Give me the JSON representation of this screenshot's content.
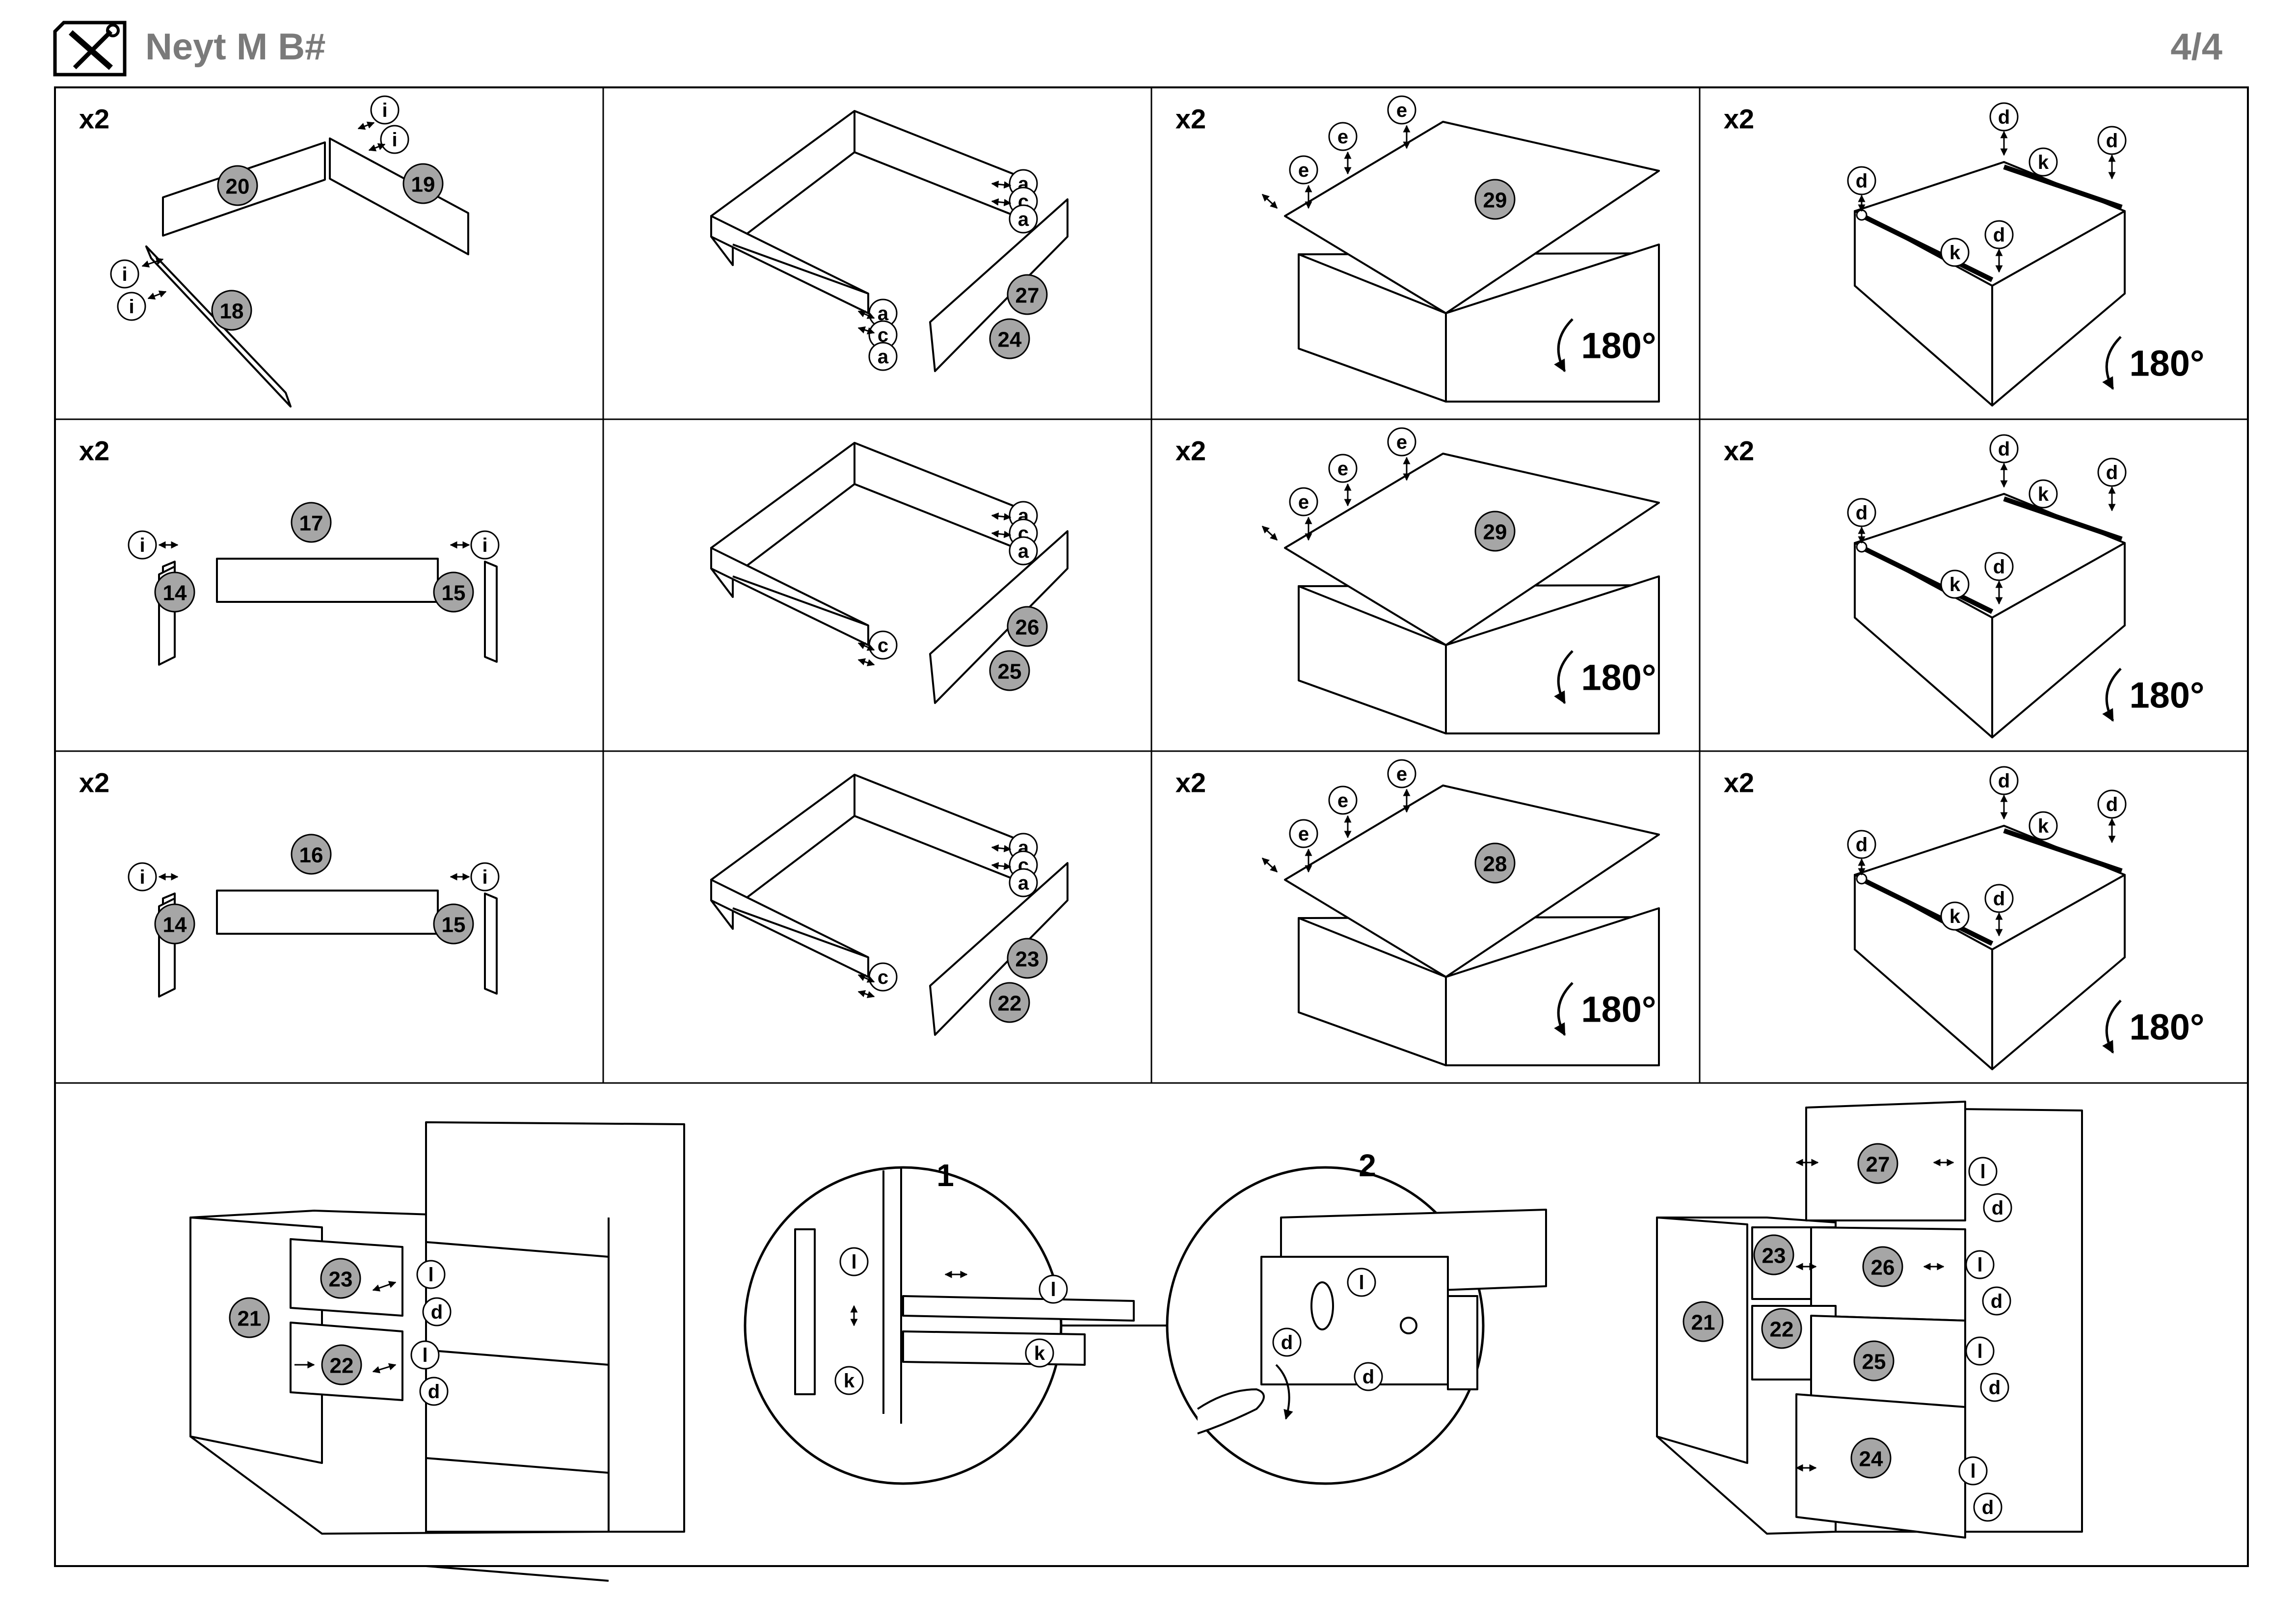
{
  "header": {
    "title": "Neyt M B#",
    "page_number": "4/4",
    "icon": "tools-icon"
  },
  "rows": [
    {
      "panels": [
        {
          "multiplier": "x2",
          "parts": [
            "20",
            "19",
            "18"
          ],
          "hardware": [
            "i",
            "i",
            "i",
            "i"
          ]
        },
        {
          "multiplier": "",
          "parts": [
            "27",
            "24"
          ],
          "hardware": [
            "a",
            "c",
            "a",
            "a",
            "c",
            "a"
          ]
        },
        {
          "multiplier": "x2",
          "parts": [
            "29"
          ],
          "hardware": [
            "e",
            "e",
            "e"
          ],
          "rotation": "180°"
        },
        {
          "multiplier": "x2",
          "parts": [],
          "hardware": [
            "d",
            "k",
            "d",
            "d",
            "d",
            "k"
          ],
          "rotation": "180°"
        }
      ]
    },
    {
      "panels": [
        {
          "multiplier": "x2",
          "parts": [
            "17",
            "14",
            "15"
          ],
          "hardware": [
            "i",
            "i"
          ]
        },
        {
          "multiplier": "",
          "parts": [
            "26",
            "25"
          ],
          "hardware": [
            "a",
            "c",
            "a",
            "c"
          ]
        },
        {
          "multiplier": "x2",
          "parts": [
            "29"
          ],
          "hardware": [
            "e",
            "e",
            "e"
          ],
          "rotation": "180°"
        },
        {
          "multiplier": "x2",
          "parts": [],
          "hardware": [
            "d",
            "k",
            "d",
            "d",
            "d",
            "k"
          ],
          "rotation": "180°"
        }
      ]
    },
    {
      "panels": [
        {
          "multiplier": "x2",
          "parts": [
            "16",
            "14",
            "15"
          ],
          "hardware": [
            "i",
            "i"
          ]
        },
        {
          "multiplier": "",
          "parts": [
            "23",
            "22"
          ],
          "hardware": [
            "a",
            "c",
            "a",
            "c"
          ]
        },
        {
          "multiplier": "x2",
          "parts": [
            "28"
          ],
          "hardware": [
            "e",
            "e",
            "e"
          ],
          "rotation": "180°"
        },
        {
          "multiplier": "x2",
          "parts": [],
          "hardware": [
            "d",
            "k",
            "d",
            "d",
            "d",
            "k"
          ],
          "rotation": "180°"
        }
      ]
    }
  ],
  "bottom": {
    "left_parts": [
      "23",
      "21",
      "22"
    ],
    "left_hardware": [
      "l",
      "d",
      "l",
      "d"
    ],
    "detail1": {
      "step": "1",
      "hardware": [
        "l",
        "l",
        "k",
        "k"
      ]
    },
    "detail2": {
      "step": "2",
      "hardware": [
        "l",
        "d",
        "d"
      ]
    },
    "right_parts": [
      "27",
      "23",
      "26",
      "21",
      "22",
      "25",
      "24"
    ],
    "right_hardware": [
      "l",
      "d",
      "l",
      "d",
      "l",
      "d",
      "l",
      "d"
    ]
  }
}
